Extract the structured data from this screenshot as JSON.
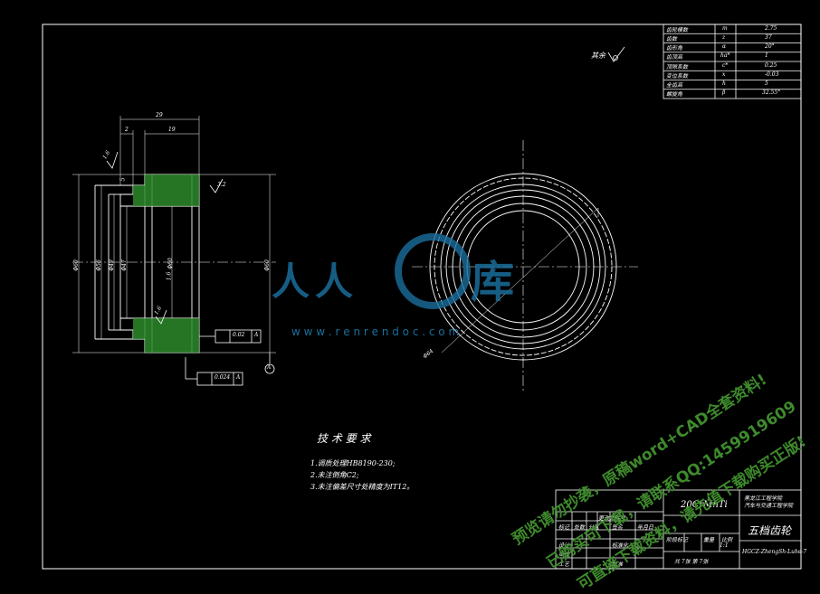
{
  "params_table": {
    "rows": [
      {
        "name": "齿轮模数",
        "symbol": "m",
        "value": "2.75"
      },
      {
        "name": "齿数",
        "symbol": "z",
        "value": "37"
      },
      {
        "name": "齿形角",
        "symbol": "α",
        "value": "20°"
      },
      {
        "name": "齿顶高",
        "symbol": "ha*",
        "value": "1"
      },
      {
        "name": "顶隙系数",
        "symbol": "c*",
        "value": "0.25"
      },
      {
        "name": "变位系数",
        "symbol": "x",
        "value": "-0.03"
      },
      {
        "name": "全齿高",
        "symbol": "h",
        "value": "5"
      },
      {
        "name": "螺旋角",
        "symbol": "β",
        "value": "32.55°"
      }
    ]
  },
  "roughness_note": "其余",
  "dims": {
    "d29": "29",
    "d19": "19",
    "d2": "2",
    "d5": "5",
    "phi60_left": "Φ60",
    "phi56": "Φ56",
    "phi49": "Φ49",
    "phi47": "Φ47",
    "phi_small": "Φ60",
    "phi_right": "Φ60",
    "ra_top": "3.2",
    "ra_left_top": "1.6",
    "ra_left_bottom": "1.6",
    "ra_center": "1.6",
    "tol_flat": "0.02",
    "tol_flat_ref": "A",
    "tol_run": "0.024",
    "tol_run_ref": "A",
    "datum": "A",
    "circle_dia": "Φ64"
  },
  "notes": {
    "title": "技 术 要 求",
    "items": [
      "1.调质处理HB8190-230;",
      "2.未注倒角C2;",
      "3.未注偏差尺寸处精度为IT12。"
    ]
  },
  "title_block": {
    "material": "20CrMnTi",
    "school": "黑龙江工程学院\n汽车与交通工程学院",
    "part_name": "五档齿轮",
    "scale": "1:1",
    "sheet": "共 7张  第 7张",
    "drawing_no": "HGCZ-ZhengSh-Luhe-7",
    "labels": [
      "标记",
      "处数",
      "分区",
      "更改文件号",
      "签名",
      "年月日",
      "设计",
      "标准化",
      "阶段标记",
      "重量",
      "比例",
      "审核",
      "工艺",
      "批准"
    ]
  },
  "watermark": {
    "logo_text": "人人",
    "logo_char": "库",
    "url": "w w w . r e n r e n d o c . c o m",
    "promo": [
      "预览请勿抄袭，原稿word+CAD全套资料!",
      "已购买可下载，请联系QQ:1459919609",
      "可直接下载资料，请先值下载购买正版!"
    ],
    "color": "#1a6e9c",
    "promo_color": "#3e8a2c"
  },
  "colors": {
    "line": "#ffffff",
    "hatch": "#2c8a2c",
    "background": "#000000"
  }
}
